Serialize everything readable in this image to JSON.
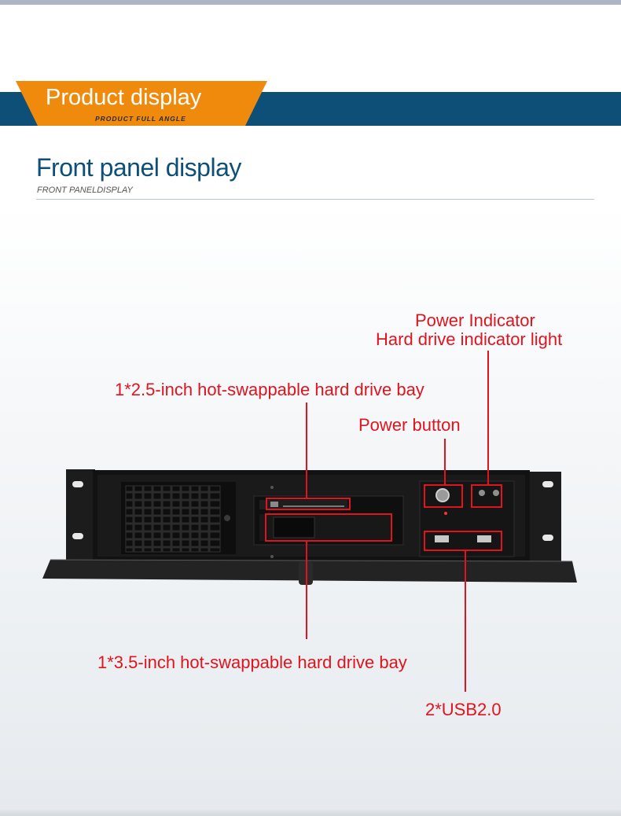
{
  "banner": {
    "title": "Product display",
    "subtitle": "PRODUCT FULL ANGLE"
  },
  "section": {
    "title": "Front panel display",
    "subtitle": "FRONT PANELDISPLAY"
  },
  "annotations": {
    "power_indicator": "Power Indicator",
    "hdd_indicator": "Hard drive indicator light",
    "bay_25": "1*2.5-inch hot-swappable hard drive bay",
    "power_button": "Power button",
    "bay_35": "1*3.5-inch hot-swappable hard drive bay",
    "usb": "2*USB2.0"
  },
  "colors": {
    "banner_blue": "#0d4f77",
    "tab_orange": "#f08a0c",
    "annotation_red": "#e0141e"
  }
}
